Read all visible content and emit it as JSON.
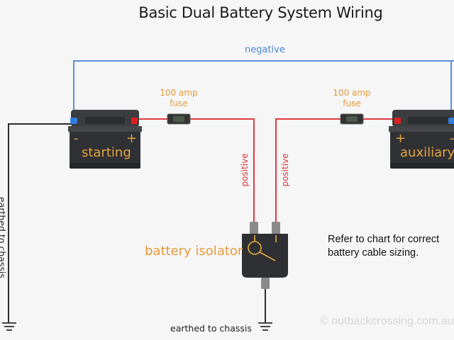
{
  "title": "Basic Dual Battery System Wiring",
  "wires": {
    "negative_label": "negative",
    "positive_left_label": "positive",
    "positive_right_label": "positive",
    "colors": {
      "negative": "#5a8fe0",
      "positive": "#e23a40",
      "earth": "#2b2b2b"
    }
  },
  "fuses": [
    {
      "label_line1": "100 amp",
      "label_line2": "fuse"
    },
    {
      "label_line1": "100 amp",
      "label_line2": "fuse"
    }
  ],
  "batteries": {
    "starting": {
      "name": "starting",
      "neg_sign": "-",
      "pos_sign": "+"
    },
    "auxiliary": {
      "name": "auxiliary",
      "neg_sign": "-",
      "pos_sign": "+"
    }
  },
  "isolator": {
    "label": "battery isolator"
  },
  "earth": {
    "left_label": "earthed to chassis",
    "bottom_label": "earthed to chassis"
  },
  "note": {
    "line1": "Refer to chart for correct",
    "line2": "battery cable sizing."
  },
  "copyright": "© outbackcrossing.com.au"
}
